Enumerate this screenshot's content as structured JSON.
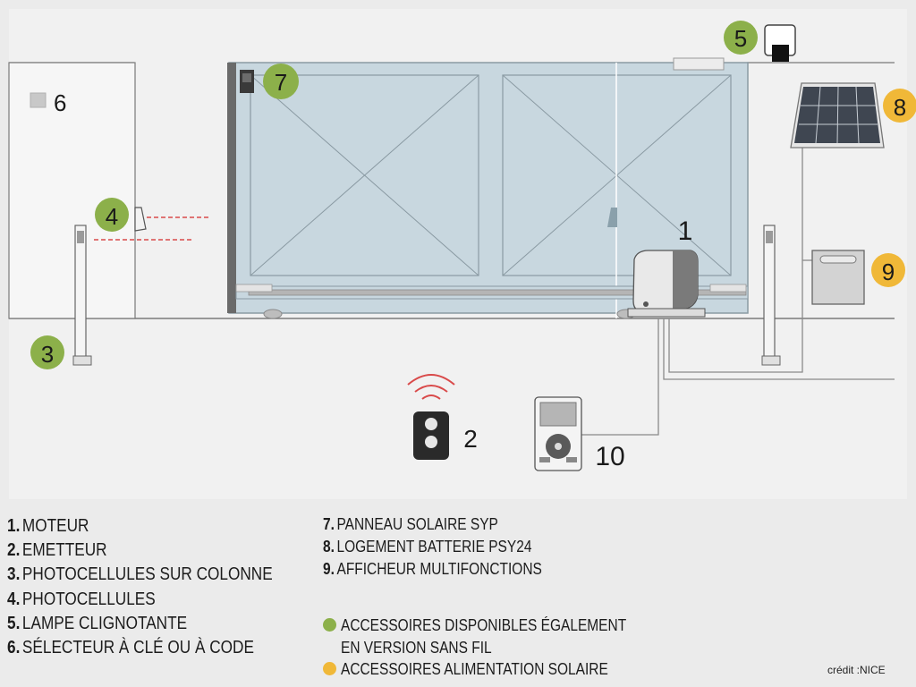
{
  "colors": {
    "badge_green": "#8cb04a",
    "badge_orange": "#f0b838",
    "gate_fill": "#c8d7df",
    "dashed_red": "#d94a4a",
    "wire": "#8a8a8a"
  },
  "callouts": {
    "motor": "1",
    "transmitter": "2",
    "column_photocells": "3",
    "photocells": "4",
    "flashing_lamp": "5",
    "key_selector": "6",
    "solar_panel": "7",
    "solar_panel_2": "8",
    "battery_box": "9",
    "display": "10"
  },
  "legend": {
    "left": [
      {
        "num": "1.",
        "text": "MOTEUR"
      },
      {
        "num": "2.",
        "text": "EMETTEUR"
      },
      {
        "num": "3.",
        "text": "PHOTOCELLULES SUR COLONNE"
      },
      {
        "num": "4.",
        "text": "PHOTOCELLULES"
      },
      {
        "num": "5.",
        "text": "LAMPE CLIGNOTANTE"
      },
      {
        "num": "6.",
        "text": "SÉLECTEUR À CLÉ OU À CODE"
      }
    ],
    "right": [
      {
        "num": "7.",
        "text": "PANNEAU SOLAIRE SYP"
      },
      {
        "num": "8.",
        "text": "LOGEMENT BATTERIE PSY24"
      },
      {
        "num": "9.",
        "text": "AFFICHEUR MULTIFONCTIONS"
      }
    ],
    "key_wireless_line1": "ACCESSOIRES DISPONIBLES ÉGALEMENT",
    "key_wireless_line2": "EN VERSION SANS FIL",
    "key_solar": "ACCESSOIRES ALIMENTATION SOLAIRE"
  },
  "credit": "crédit :NICE"
}
